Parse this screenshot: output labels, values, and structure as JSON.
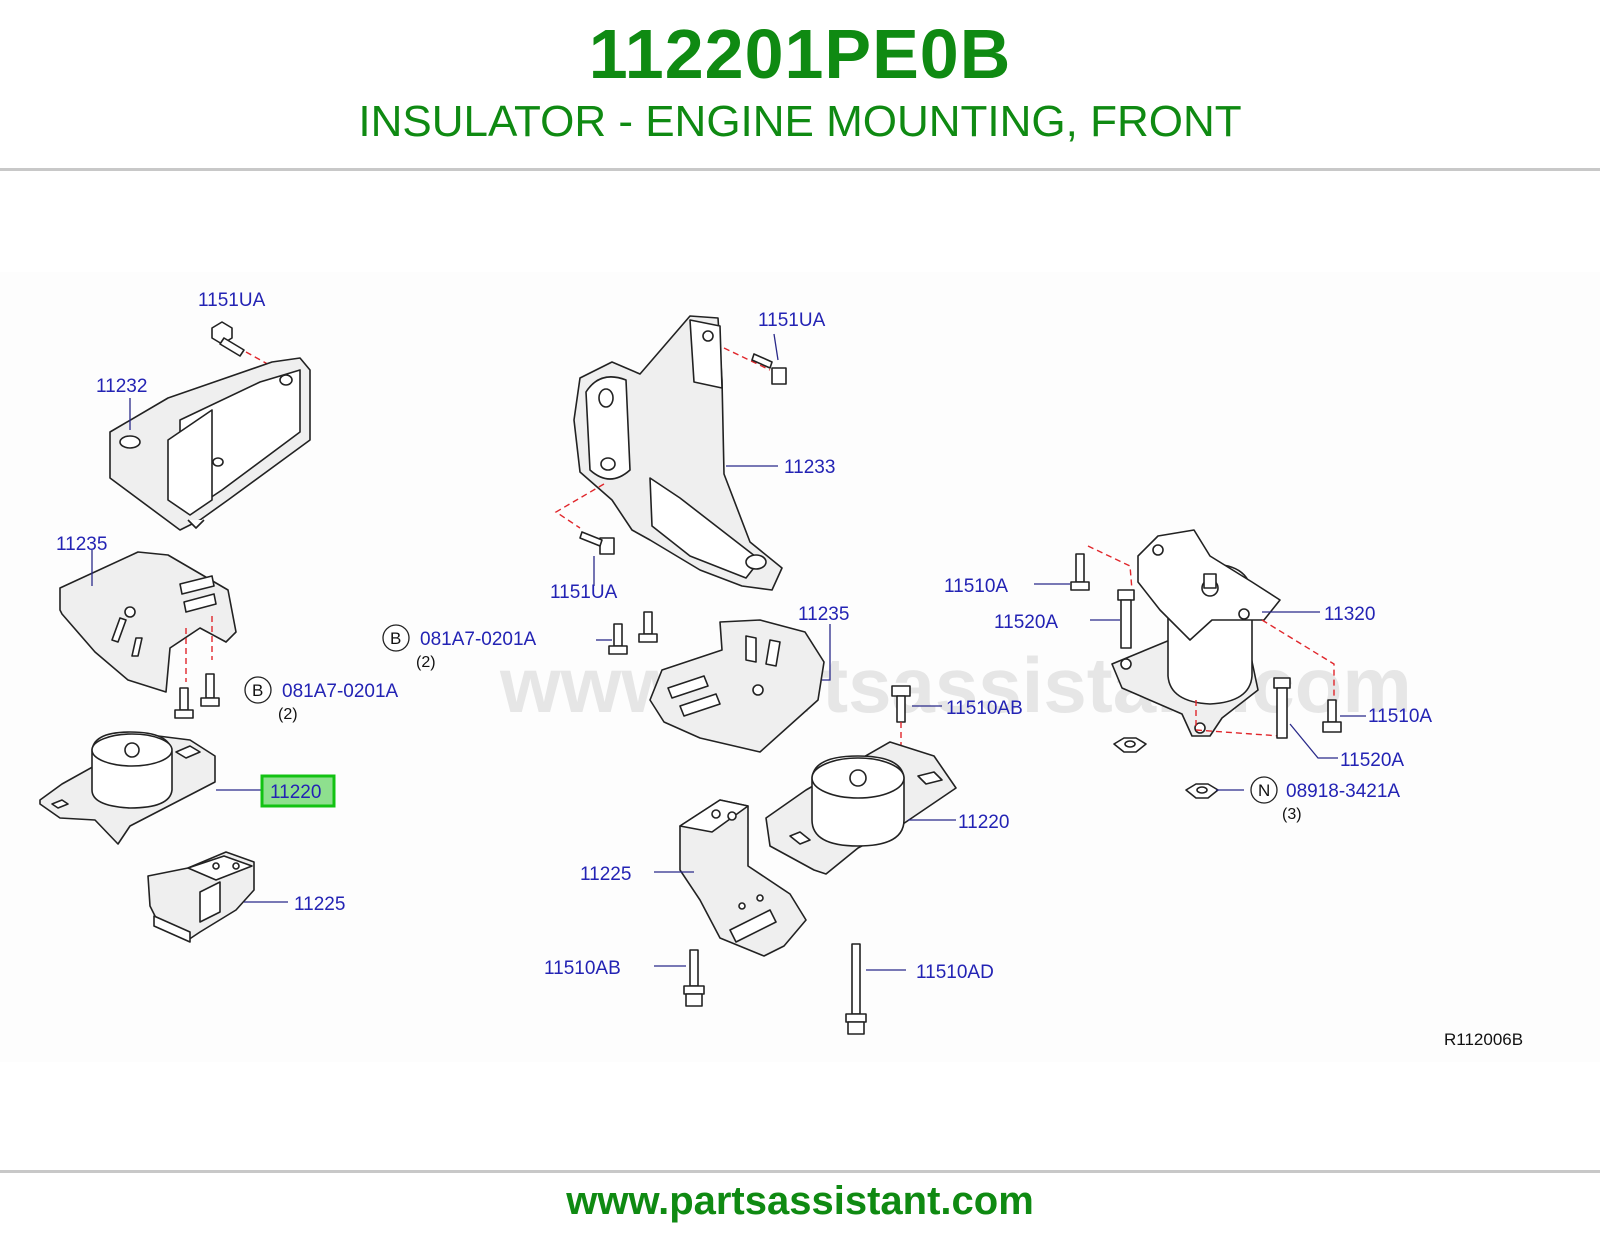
{
  "header": {
    "part_number": "112201PE0B",
    "description": "INSULATOR - ENGINE MOUNTING, FRONT"
  },
  "watermark": "www.partsassistant.com",
  "footer": {
    "url": "www.partsassistant.com"
  },
  "diagram": {
    "reference_code": "R112006B",
    "highlighted_part": "11220",
    "labels": {
      "l_1151ua": "1151UA",
      "l_11232": "11232",
      "l_11235": "11235",
      "l_b_081a7": "081A7-0201A",
      "l_b_qty": "(2)",
      "l_11220": "11220",
      "l_11225": "11225",
      "c_b_081a7": "081A7-0201A",
      "c_b_qty": "(2)",
      "c_1151ua_top": "1151UA",
      "c_11233": "11233",
      "c_1151ua_bottom": "1151UA",
      "c_11235": "11235",
      "c_11510ab_upper": "11510AB",
      "c_11220": "11220",
      "c_11225": "11225",
      "c_11510ab_lower": "11510AB",
      "c_11510ad": "11510AD",
      "r_11510a_left": "11510A",
      "r_11520a_left": "11520A",
      "r_11320": "11320",
      "r_11510a_right": "11510A",
      "r_11520a_right": "11520A",
      "r_n_08918": "08918-3421A",
      "r_n_qty": "(3)"
    },
    "callout_letters": {
      "b": "B",
      "n": "N"
    }
  },
  "colors": {
    "title_green": "#0f8a12",
    "label_blue": "#2323b4",
    "highlight_fill": "#8ee08e",
    "highlight_border": "#12c212",
    "dash_red": "#e0262b"
  }
}
